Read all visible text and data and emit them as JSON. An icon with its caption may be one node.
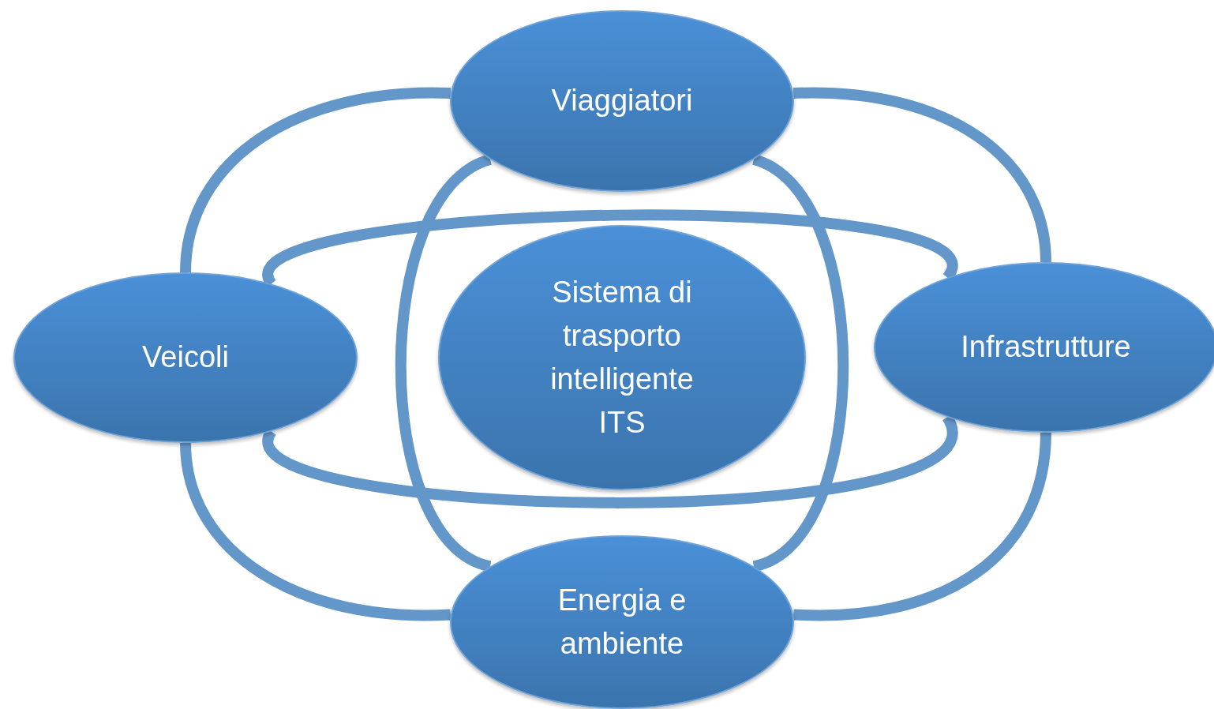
{
  "diagram": {
    "nodes": [
      {
        "text": [
          "Viaggiatori"
        ]
      },
      {
        "text": [
          "Veicoli"
        ]
      },
      {
        "text": [
          "Sistema di trasporto intelligente ITS"
        ]
      },
      {
        "text": [
          "Infrastrutture"
        ]
      },
      {
        "text": [
          "Energia e ambiente"
        ]
      }
    ],
    "edges": [
      {
        "from": 0,
        "to": 1,
        "arrow": "none"
      },
      {
        "from": 0,
        "to": 3,
        "arrow": "none"
      },
      {
        "from": 1,
        "to": 4,
        "arrow": "none"
      },
      {
        "from": 3,
        "to": 4,
        "arrow": "none"
      },
      {
        "from": 0,
        "to": 4,
        "arrow": "none"
      },
      {
        "from": 0,
        "to": 4,
        "arrow": "none"
      },
      {
        "from": 1,
        "to": 3,
        "arrow": "none"
      },
      {
        "from": 1,
        "to": 3,
        "arrow": "none"
      }
    ]
  }
}
